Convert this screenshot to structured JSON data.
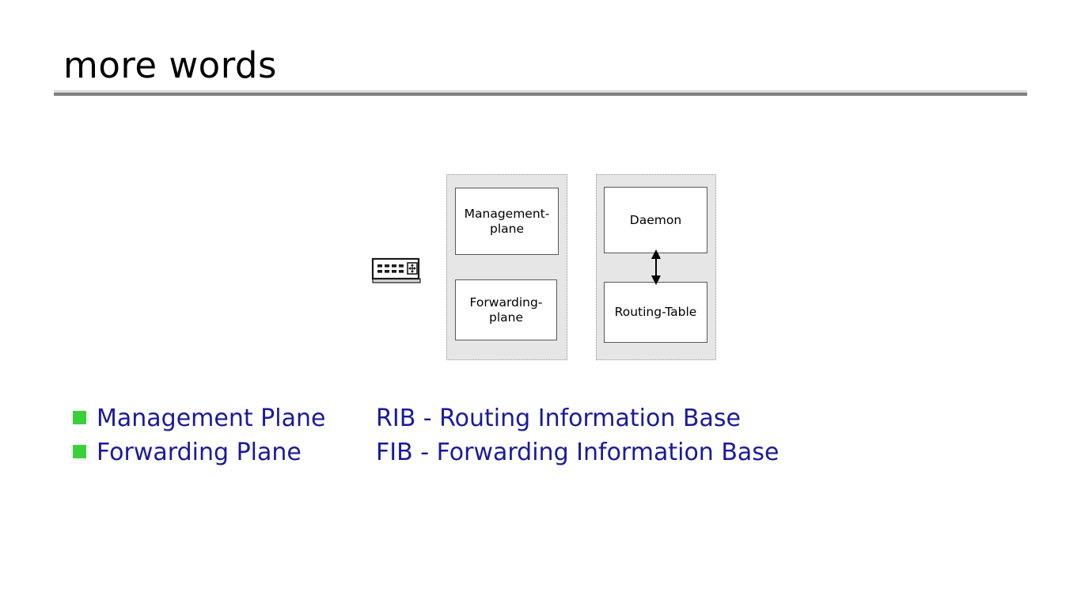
{
  "slide": {
    "title": "more words"
  },
  "diagram": {
    "device_panel": {
      "name": "device-panel",
      "boxes": [
        {
          "label": "Management-\nplane",
          "line1": "Management-",
          "line2": "plane"
        },
        {
          "label": "Forwarding-\nplane",
          "line1": "Forwarding-",
          "line2": "plane"
        }
      ]
    },
    "control_panel": {
      "name": "control-panel",
      "boxes": [
        {
          "label": "Daemon"
        },
        {
          "label": "Routing-Table"
        }
      ],
      "connector": "bidirectional-arrow"
    },
    "device_icon": {
      "name": "router-icon",
      "ports": 8
    }
  },
  "legend": {
    "bullet_color": "#3ad03a",
    "text_color": "#1a1a9e",
    "rows": [
      {
        "left": "Management Plane",
        "right": "RIB - Routing Information Base"
      },
      {
        "left": "Forwarding Plane",
        "right": "FIB - Forwarding Information Base"
      }
    ]
  },
  "colors": {
    "title": "#000000",
    "rule": "#808080",
    "rule_shadow": "#dcdcdc",
    "panel_fill": "#e6e6e6",
    "panel_border": "#9a9a9a",
    "box_border": "#595959",
    "box_fill": "#ffffff"
  }
}
